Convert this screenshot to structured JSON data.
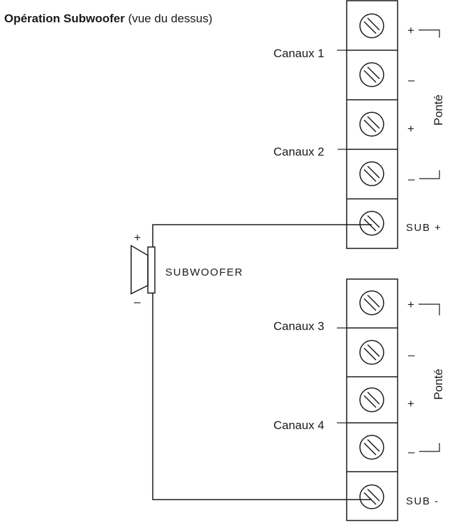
{
  "title": {
    "bold": "Opération Subwoofer",
    "normal": " (vue du dessus)"
  },
  "channels": {
    "ch1": "Canaux 1",
    "ch2": "Canaux 2",
    "ch3": "Canaux 3",
    "ch4": "Canaux 4"
  },
  "bridge_label": "Ponté",
  "signs": {
    "plus": "+",
    "minus": "–"
  },
  "sub_plus": "SUB +",
  "sub_minus": "SUB -",
  "speaker": {
    "label": "SUBWOOFER",
    "plus": "+",
    "minus": "–"
  },
  "icons": {
    "terminal": "screw-terminal-icon",
    "speaker": "speaker-icon"
  }
}
